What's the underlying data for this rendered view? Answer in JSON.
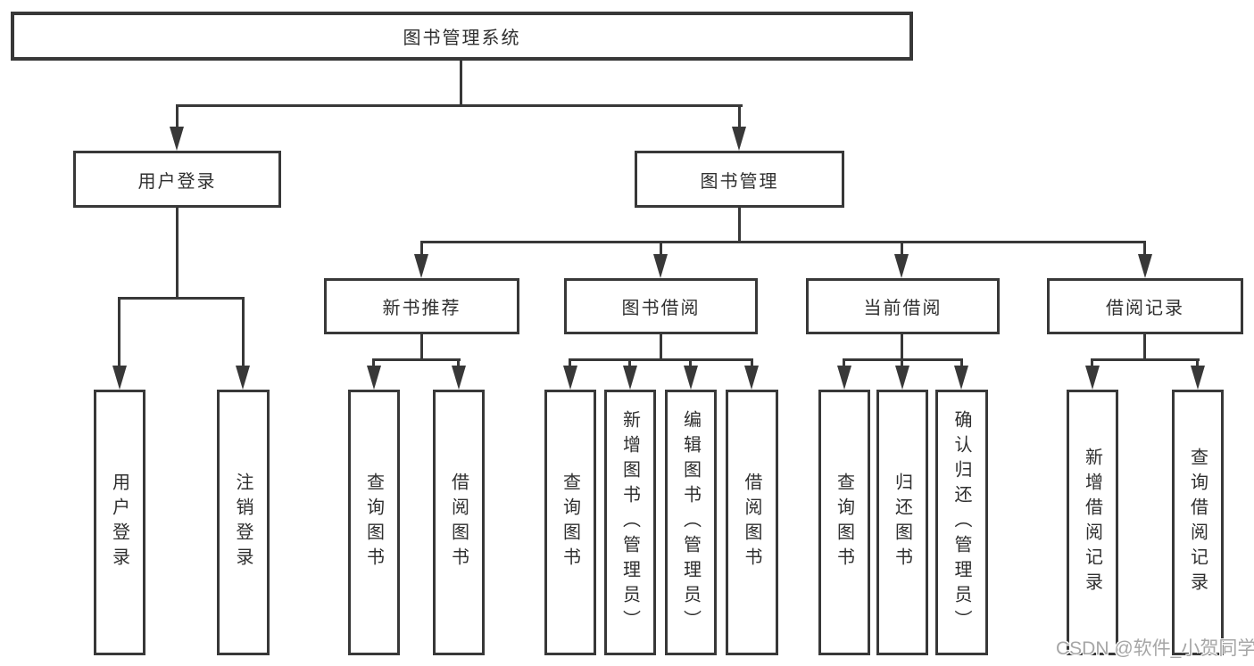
{
  "diagram": {
    "root": {
      "label": "图书管理系统"
    },
    "children": [
      {
        "label": "用户登录",
        "children": [
          {
            "label": "用户登录"
          },
          {
            "label": "注销登录"
          }
        ]
      },
      {
        "label": "图书管理",
        "children": [
          {
            "label": "新书推荐",
            "children": [
              {
                "label": "查询图书"
              },
              {
                "label": "借阅图书"
              }
            ]
          },
          {
            "label": "图书借阅",
            "children": [
              {
                "label": "查询图书"
              },
              {
                "label": "新增图书（管理员）"
              },
              {
                "label": "编辑图书（管理员）"
              },
              {
                "label": "借阅图书"
              }
            ]
          },
          {
            "label": "当前借阅",
            "children": [
              {
                "label": "查询图书"
              },
              {
                "label": "归还图书"
              },
              {
                "label": "确认归还（管理员）"
              }
            ]
          },
          {
            "label": "借阅记录",
            "children": [
              {
                "label": "新增借阅记录"
              },
              {
                "label": "查询借阅记录"
              }
            ]
          }
        ]
      }
    ]
  },
  "watermark": {
    "text": "CSDN @软件_小贺同学"
  },
  "colors": {
    "line": "#383838",
    "text": "#2f2f2f",
    "watermark": "#a6a6a6",
    "background": "#ffffff"
  }
}
